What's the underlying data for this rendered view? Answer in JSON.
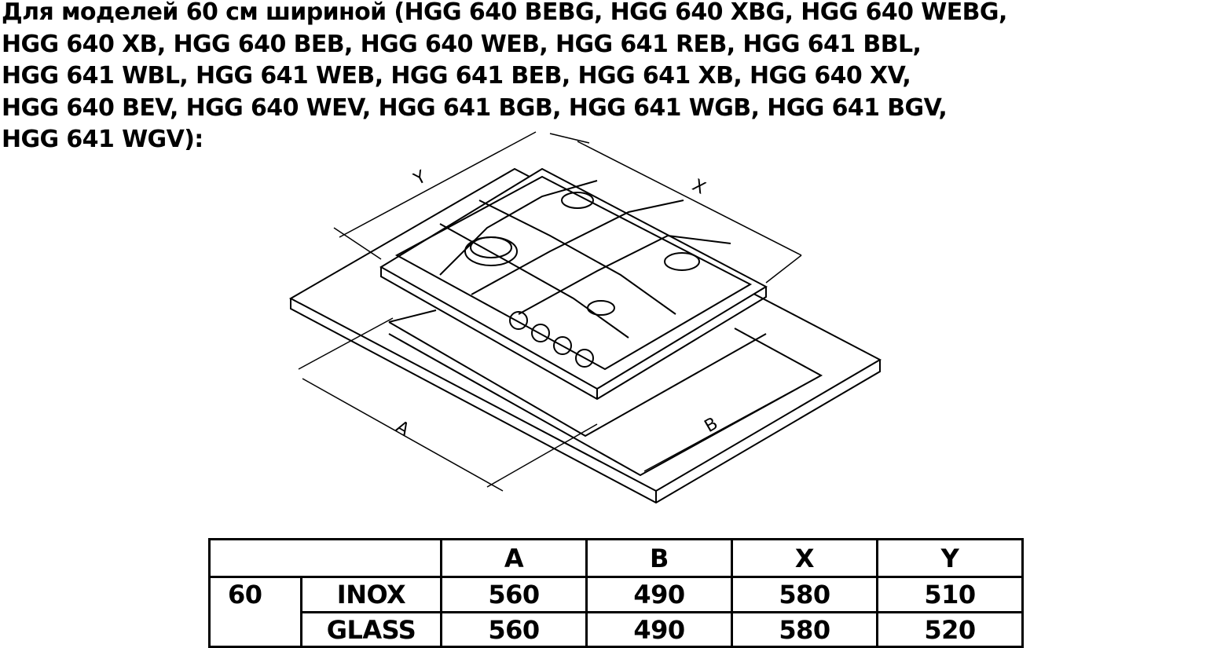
{
  "heading_lines": [
    "Для моделей 60 см шириной (HGG 640 BEBG, HGG 640 XBG, HGG 640 WEBG,",
    "HGG 640 XB, HGG 640 BEB, HGG 640 WEB, HGG 641 REB, HGG 641 BBL,",
    "HGG 641 WBL, HGG 641 WEB, HGG 641 BEB, HGG 641 XB, HGG 640 XV,",
    "HGG 640 BEV, HGG 640 WEV, HGG 641 BGB, HGG 641 WGB, HGG 641 BGV,",
    "HGG 641 WGV):"
  ],
  "diagram": {
    "labels": {
      "a": "A",
      "b": "B",
      "x": "X",
      "y": "Y"
    }
  },
  "table": {
    "headers": [
      "A",
      "B",
      "X",
      "Y"
    ],
    "group": "60",
    "rows": [
      {
        "type": "INOX",
        "values": [
          "560",
          "490",
          "580",
          "510"
        ]
      },
      {
        "type": "GLASS",
        "values": [
          "560",
          "490",
          "580",
          "520"
        ]
      }
    ]
  }
}
